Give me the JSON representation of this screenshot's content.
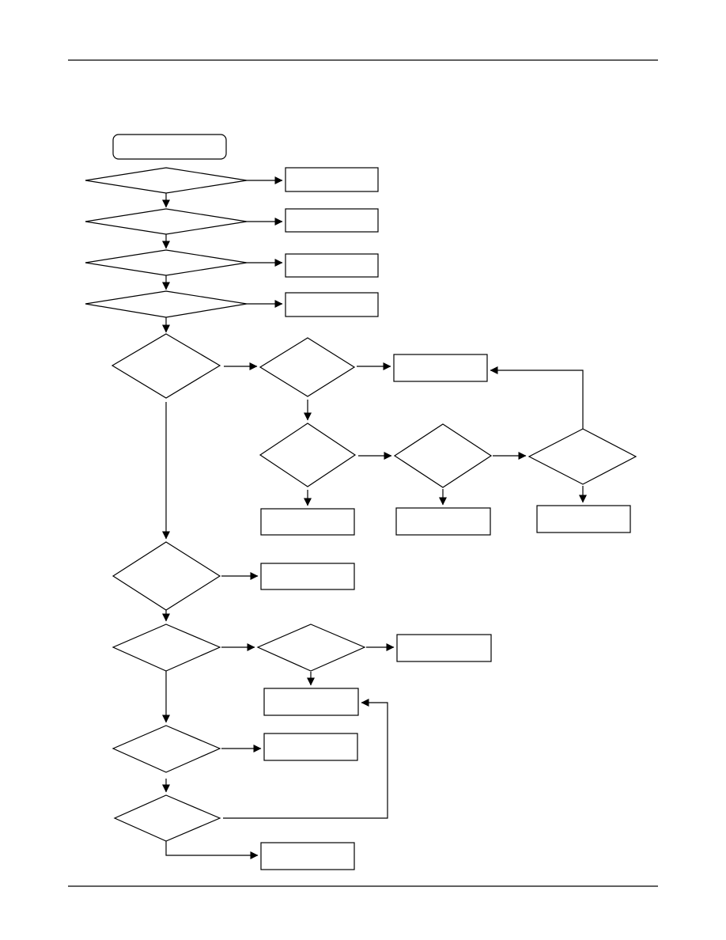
{
  "diagram": {
    "kind": "flowchart",
    "colors": {
      "stroke": "#000000",
      "fill": "#ffffff"
    },
    "start": {
      "id": "start",
      "text": ""
    },
    "decisions": [
      {
        "id": "d1",
        "text": ""
      },
      {
        "id": "d2",
        "text": ""
      },
      {
        "id": "d3",
        "text": ""
      },
      {
        "id": "d4",
        "text": ""
      },
      {
        "id": "d5",
        "text": ""
      },
      {
        "id": "d6",
        "text": ""
      },
      {
        "id": "d7",
        "text": ""
      },
      {
        "id": "d8",
        "text": ""
      },
      {
        "id": "d9",
        "text": ""
      },
      {
        "id": "d10",
        "text": ""
      },
      {
        "id": "d11",
        "text": ""
      },
      {
        "id": "d12",
        "text": ""
      },
      {
        "id": "d13",
        "text": ""
      },
      {
        "id": "d14",
        "text": ""
      }
    ],
    "processes": [
      {
        "id": "p1",
        "text": ""
      },
      {
        "id": "p2",
        "text": ""
      },
      {
        "id": "p3",
        "text": ""
      },
      {
        "id": "p4",
        "text": ""
      },
      {
        "id": "p5",
        "text": ""
      },
      {
        "id": "p6",
        "text": ""
      },
      {
        "id": "p7",
        "text": ""
      },
      {
        "id": "p8",
        "text": ""
      },
      {
        "id": "p9",
        "text": ""
      },
      {
        "id": "p10",
        "text": ""
      },
      {
        "id": "p11",
        "text": ""
      },
      {
        "id": "p12",
        "text": ""
      },
      {
        "id": "p13",
        "text": ""
      },
      {
        "id": "p14",
        "text": ""
      }
    ],
    "connections": [
      {
        "from": "d1",
        "to": "p1"
      },
      {
        "from": "d1",
        "to": "d2"
      },
      {
        "from": "d2",
        "to": "p2"
      },
      {
        "from": "d2",
        "to": "d3"
      },
      {
        "from": "d3",
        "to": "p3"
      },
      {
        "from": "d3",
        "to": "d4"
      },
      {
        "from": "d4",
        "to": "p4"
      },
      {
        "from": "d4",
        "to": "d5"
      },
      {
        "from": "d5",
        "to": "d6"
      },
      {
        "from": "d6",
        "to": "p5"
      },
      {
        "from": "d6",
        "to": "d7"
      },
      {
        "from": "d7",
        "to": "d8"
      },
      {
        "from": "d8",
        "to": "d9"
      },
      {
        "from": "d9",
        "to": "p5"
      },
      {
        "from": "d7",
        "to": "p6"
      },
      {
        "from": "d8",
        "to": "p7"
      },
      {
        "from": "d9",
        "to": "p8"
      },
      {
        "from": "d5",
        "to": "d10"
      },
      {
        "from": "d10",
        "to": "p9"
      },
      {
        "from": "d10",
        "to": "d11"
      },
      {
        "from": "d11",
        "to": "d12"
      },
      {
        "from": "d12",
        "to": "p10"
      },
      {
        "from": "d12",
        "to": "p11"
      },
      {
        "from": "d11",
        "to": "d13"
      },
      {
        "from": "d13",
        "to": "p12"
      },
      {
        "from": "d13",
        "to": "d14"
      },
      {
        "from": "d14",
        "to": "p11"
      },
      {
        "from": "d14",
        "to": "p13"
      }
    ]
  }
}
